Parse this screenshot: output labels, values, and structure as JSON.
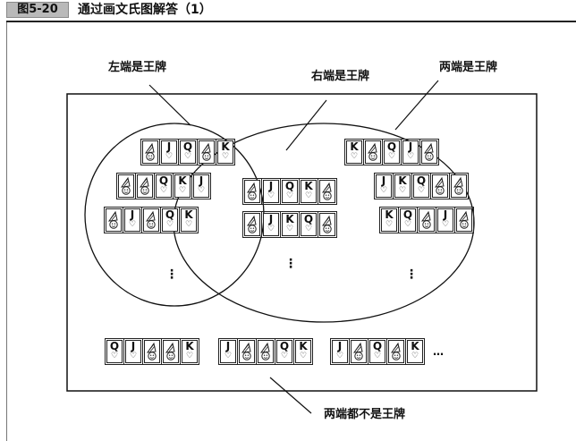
{
  "header": {
    "figure_number": "图5-20",
    "title": "通过画文氏图解答（1）"
  },
  "labels": {
    "left_end_king": "左端是王牌",
    "right_end_king": "右端是王牌",
    "both_ends_king": "两端是王牌",
    "neither_end_king": "两端都不是王牌"
  },
  "card_symbols": {
    "heart": "♡",
    "joker": "🂿"
  },
  "rows": {
    "left_1": [
      "joker",
      "J",
      "Q",
      "joker",
      "K"
    ],
    "left_2": [
      "joker",
      "joker",
      "Q",
      "K",
      "J"
    ],
    "left_3": [
      "joker",
      "J",
      "joker",
      "Q",
      "K"
    ],
    "center_1": [
      "joker",
      "J",
      "Q",
      "K",
      "joker"
    ],
    "center_2": [
      "joker",
      "J",
      "K",
      "Q",
      "joker"
    ],
    "right_1": [
      "K",
      "joker",
      "Q",
      "J",
      "joker"
    ],
    "right_2": [
      "J",
      "K",
      "Q",
      "joker",
      "joker"
    ],
    "right_3": [
      "K",
      "Q",
      "joker",
      "J",
      "joker"
    ],
    "bottom_1": [
      "Q",
      "J",
      "joker",
      "joker",
      "K"
    ],
    "bottom_2": [
      "J",
      "joker",
      "joker",
      "Q",
      "K"
    ],
    "bottom_3": [
      "J",
      "joker",
      "Q",
      "joker",
      "K"
    ]
  },
  "continuation": {
    "vertical": "⋮",
    "horizontal": "…"
  }
}
